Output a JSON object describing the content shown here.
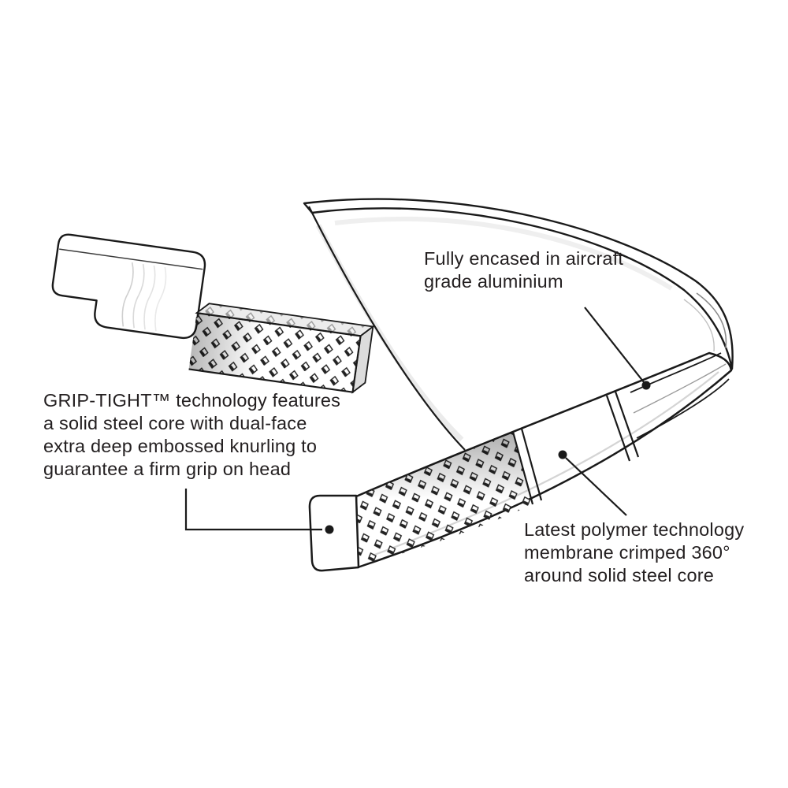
{
  "colors": {
    "background": "#ffffff",
    "ink": "#231f20",
    "line": "#1a1a1a",
    "shade_light": "#ececec",
    "shade_mid": "#cfcfcf"
  },
  "callouts": {
    "aluminium": {
      "lines": [
        "Fully encased in aircraft",
        "grade aluminium"
      ]
    },
    "grip": {
      "lines": [
        "GRIP-TIGHT™ technology features",
        "a solid steel core with dual-face",
        "extra deep embossed knurling to",
        "guarantee a firm grip on head"
      ]
    },
    "polymer": {
      "lines": [
        "Latest polymer technology",
        "membrane crimped 360°",
        "around solid steel core"
      ]
    }
  }
}
